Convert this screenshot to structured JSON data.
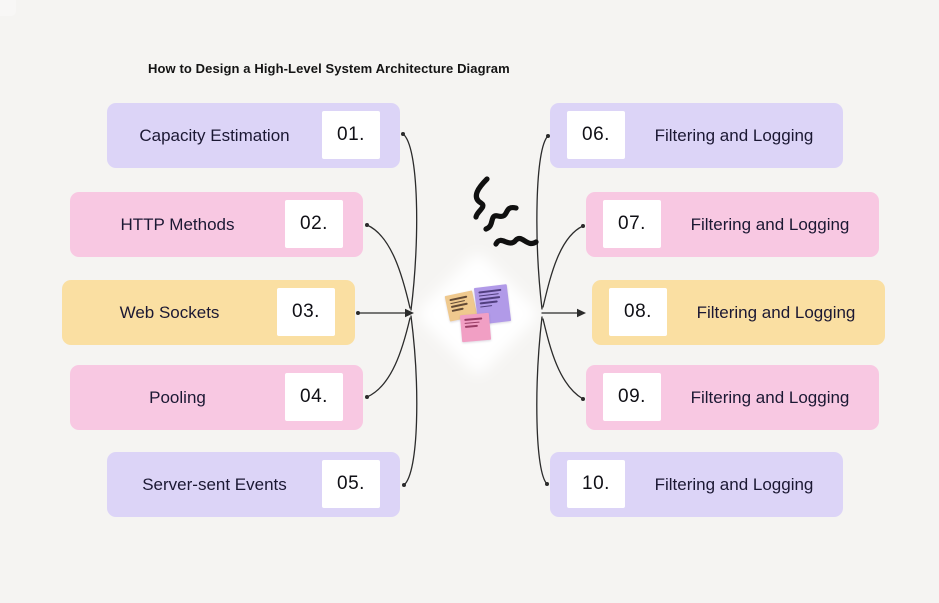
{
  "title": "How to Design a High-Level System Architecture Diagram",
  "left_items": [
    {
      "number": "01.",
      "label": "Capacity Estimation",
      "color": "lavender"
    },
    {
      "number": "02.",
      "label": "HTTP Methods",
      "color": "pink"
    },
    {
      "number": "03.",
      "label": "Web Sockets",
      "color": "yellow"
    },
    {
      "number": "04.",
      "label": "Pooling",
      "color": "pink"
    },
    {
      "number": "05.",
      "label": "Server-sent Events",
      "color": "lavender"
    }
  ],
  "right_items": [
    {
      "number": "06.",
      "label": "Filtering and Logging",
      "color": "lavender"
    },
    {
      "number": "07.",
      "label": "Filtering and Logging",
      "color": "pink"
    },
    {
      "number": "08.",
      "label": "Filtering and Logging",
      "color": "yellow"
    },
    {
      "number": "09.",
      "label": "Filtering and Logging",
      "color": "pink"
    },
    {
      "number": "10.",
      "label": "Filtering and Logging",
      "color": "lavender"
    }
  ],
  "colors": {
    "background": "#F5F4F2",
    "lavender": "#DCD4F7",
    "pink": "#F8C8E2",
    "yellow": "#FADFA2",
    "number_box": "#FFFFFF",
    "label_text": "#1B1833",
    "connector": "#2B2B2B",
    "note_yellow": "#EFC98E",
    "note_purple": "#B19AE8",
    "note_pink": "#F19FC4"
  },
  "center": {
    "sticky_notes": [
      {
        "name": "yellow-note",
        "color": "#EFC98E",
        "lines": 4
      },
      {
        "name": "purple-note",
        "color": "#B19AE8",
        "lines": 5
      },
      {
        "name": "pink-note",
        "color": "#F19FC4",
        "lines": 3
      }
    ],
    "doodles": [
      "vertical-squiggle",
      "diagonal-squiggle",
      "wave-squiggle"
    ]
  }
}
